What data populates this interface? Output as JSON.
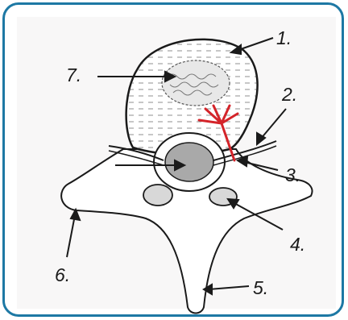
{
  "labels": {
    "l1": "1.",
    "l2": "2.",
    "l3": "3.",
    "l4": "4.",
    "l5": "5.",
    "l6": "6.",
    "l7": "7."
  },
  "colors": {
    "frame": "#1d78a4",
    "nerve": "#d4242a",
    "outline": "#1a1a1a",
    "panel": "#f8f7f7"
  }
}
